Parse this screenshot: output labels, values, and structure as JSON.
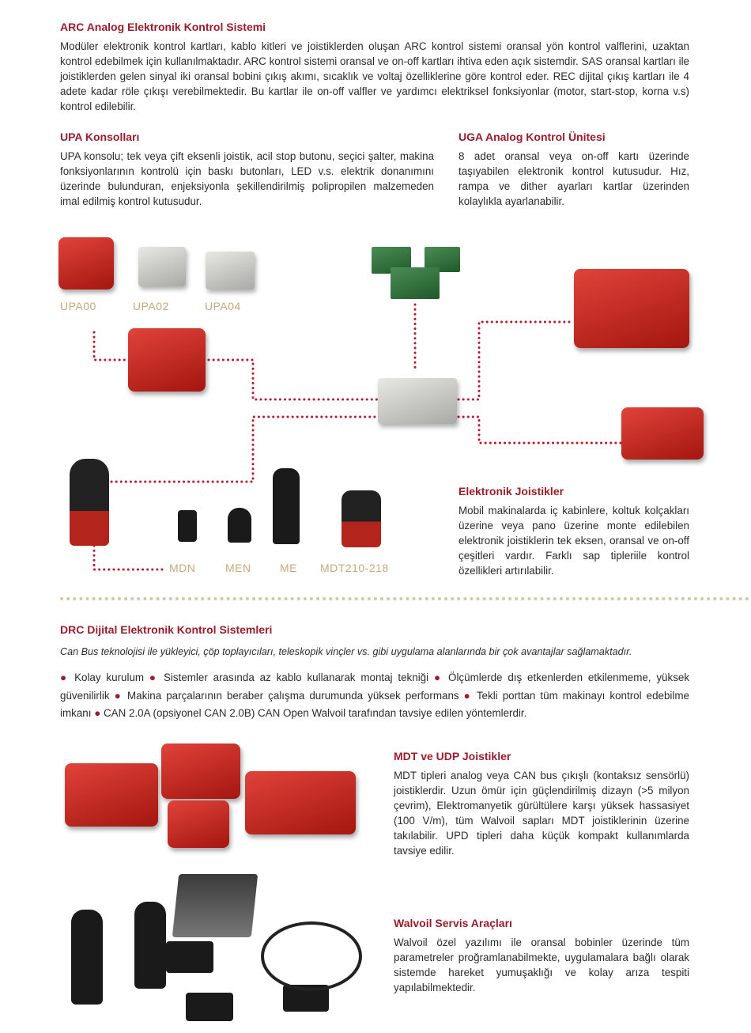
{
  "arc": {
    "title": "ARC Analog Elektronik Kontrol Sistemi",
    "text": "Modüler elektronik kontrol kartları, kablo kitleri ve joistiklerden oluşan ARC kontrol sistemi oransal yön kontrol valflerini, uzaktan kontrol edebilmek için kullanılmaktadır. ARC kontrol sistemi oransal ve on-off kartları ihtiva eden açık sistemdir. SAS oransal kartları ile joistiklerden gelen sinyal iki oransal bobini çıkış akımı, sıcaklık ve voltaj özelliklerine göre kontrol eder. REC dijital çıkış kartları ile 4 adete kadar röle çıkışı verebilmektedir. Bu kartlar ile on-off valfler ve yardımcı elektriksel fonksiyonlar (motor, start-stop, korna v.s) kontrol edilebilir."
  },
  "upa": {
    "title": "UPA Konsolları",
    "text": "UPA konsolu; tek veya çift eksenli joistik, acil stop butonu, seçici şalter, makina fonksiyonlarının kontrolü için baskı butonları, LED v.s. elektrik donanımını üzerinde bulunduran, enjeksiyonla şekillendirilmiş polipropilen malzemeden imal edilmiş kontrol kutusudur."
  },
  "uga": {
    "title": "UGA Analog Kontrol Ünitesi",
    "text": "8 adet oransal veya on-off kartı üzerinde taşıyabilen elektronik kontrol kutusudur. Hız, rampa ve dither ayarları kartlar üzerinden kolaylıkla ayarlanabilir."
  },
  "labels": {
    "upa00": "UPA00",
    "upa02": "UPA02",
    "upa04": "UPA04",
    "mdn": "MDN",
    "men": "MEN",
    "me": "ME",
    "mdt": "MDT210-218"
  },
  "joy": {
    "title": "Elektronik Joistikler",
    "text": "Mobil makinalarda iç kabinlere, koltuk kolçakları üzerine veya pano üzerine monte edilebilen elektronik joistiklerin tek eksen, oransal ve on-off çeşitleri vardır. Farklı sap tipleriile kontrol özellikleri artırılabilir."
  },
  "drc": {
    "title": "DRC Dijital Elektronik Kontrol Sistemleri",
    "subtitle": "Can Bus teknolojisi ile yükleyici, çöp toplayıcıları, teleskopik vinçler vs. gibi uygulama alanlarında bir çok avantajlar sağlamaktadır.",
    "bullets": [
      "Kolay kurulum",
      "Sistemler arasında az kablo kullanarak montaj tekniği",
      "Ölçümlerde dış etkenlerden etkilenmeme, yüksek güvenilirlik",
      "Makina parçalarının beraber çalışma durumunda yüksek performans",
      "Tekli porttan tüm makinayı kontrol edebilme imkanı",
      "CAN 2.0A (opsiyonel CAN 2.0B) CAN Open Walvoil tarafından tavsiye edilen yöntemlerdir."
    ]
  },
  "mdt": {
    "title": "MDT ve UDP Joistikler",
    "text": "MDT tipleri analog veya CAN bus çıkışlı (kontaksız sensörlü) joistiklerdir. Uzun ömür için güçlendirilmiş dizayn (>5 milyon çevrim), Elektromanyetik gürültülere karşı yüksek hassasiyet (100 V/m), tüm Walvoil sapları MDT joistiklerinin üzerine takılabilir. UPD tipleri daha küçük kompakt kullanımlarda tavsiye edilir."
  },
  "servis": {
    "title": "Walvoil Servis Araçları",
    "text": "Walvoil özel yazılımı ile oransal bobinler üzerinde tüm parametreler proğramlanabilmekte, uygulamalara bağlı olarak sistemde hareket yumuşaklığı ve kolay arıza tespiti yapılabilmektedir."
  },
  "colors": {
    "heading": "#9b1c2c",
    "label": "#c9a77c",
    "connector": "#c0182b",
    "separator": "#d8c6a6"
  }
}
